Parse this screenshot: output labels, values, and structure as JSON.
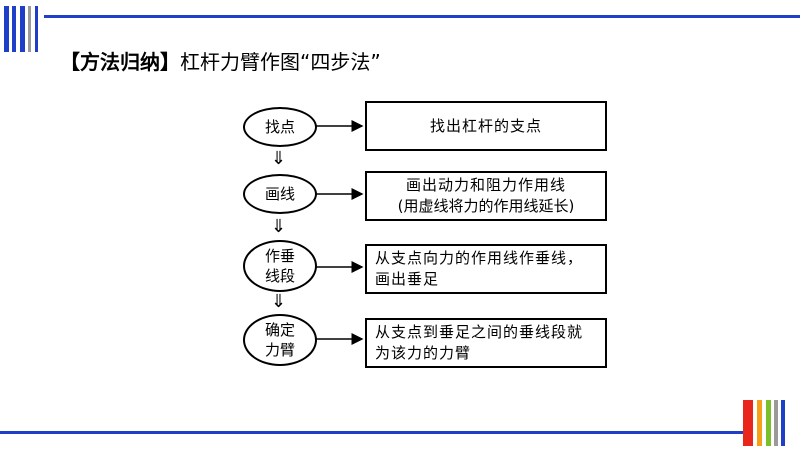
{
  "heading": {
    "bracket_text": "【方法归纳】",
    "title_text": "杠杆力臂作图“四步法”"
  },
  "flow": {
    "steps": [
      {
        "oval": "找点",
        "box": "找出杠杆的支点"
      },
      {
        "oval": "画线",
        "box_line1": "画出动力和阻力作用线",
        "box_line2": "(用虚线将力的作用线延长)"
      },
      {
        "oval": "作垂\n线段",
        "box": "从支点向力的作用线作垂线，画出垂足"
      },
      {
        "oval": "确定\n力臂",
        "box": "从支点到垂足之间的垂线段就为该力的力臂"
      }
    ],
    "down_arrow_glyph": "⇓"
  },
  "colors": {
    "accent_blue": "#1f3fc9",
    "bar_blue": "#1f3fc9",
    "bar_gray": "#9a9a9a",
    "bar_red": "#e8261b",
    "bar_orange": "#f6a01a",
    "bar_green": "#7bbf2a"
  }
}
